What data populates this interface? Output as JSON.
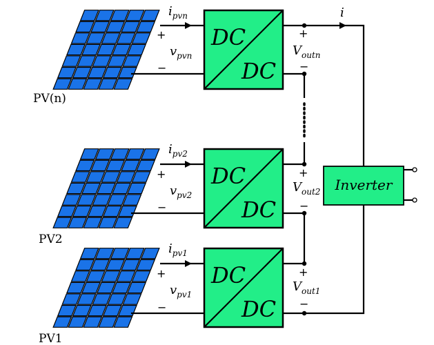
{
  "converter_label_top": "DC",
  "converter_label_bottom": "DC",
  "inverter_label": "Inverter",
  "output_current_label": "i",
  "plus_sign": "+",
  "minus_sign": "−",
  "strings": [
    {
      "name": "PV(n)",
      "current_sym": "i",
      "current_sub": "pvn",
      "voltage_sym": "v",
      "voltage_sub": "pvn",
      "out_sym": "V",
      "out_sub": "outn"
    },
    {
      "name": "PV2",
      "current_sym": "i",
      "current_sub": "pv2",
      "voltage_sym": "v",
      "voltage_sub": "pv2",
      "out_sym": "V",
      "out_sub": "out2"
    },
    {
      "name": "PV1",
      "current_sym": "i",
      "current_sub": "pv1",
      "voltage_sym": "v",
      "voltage_sub": "pv1",
      "out_sym": "V",
      "out_sub": "out1"
    }
  ],
  "colors": {
    "panel_cell": "#1a73e8",
    "converter_fill": "#22ee88",
    "wire": "#000000"
  }
}
